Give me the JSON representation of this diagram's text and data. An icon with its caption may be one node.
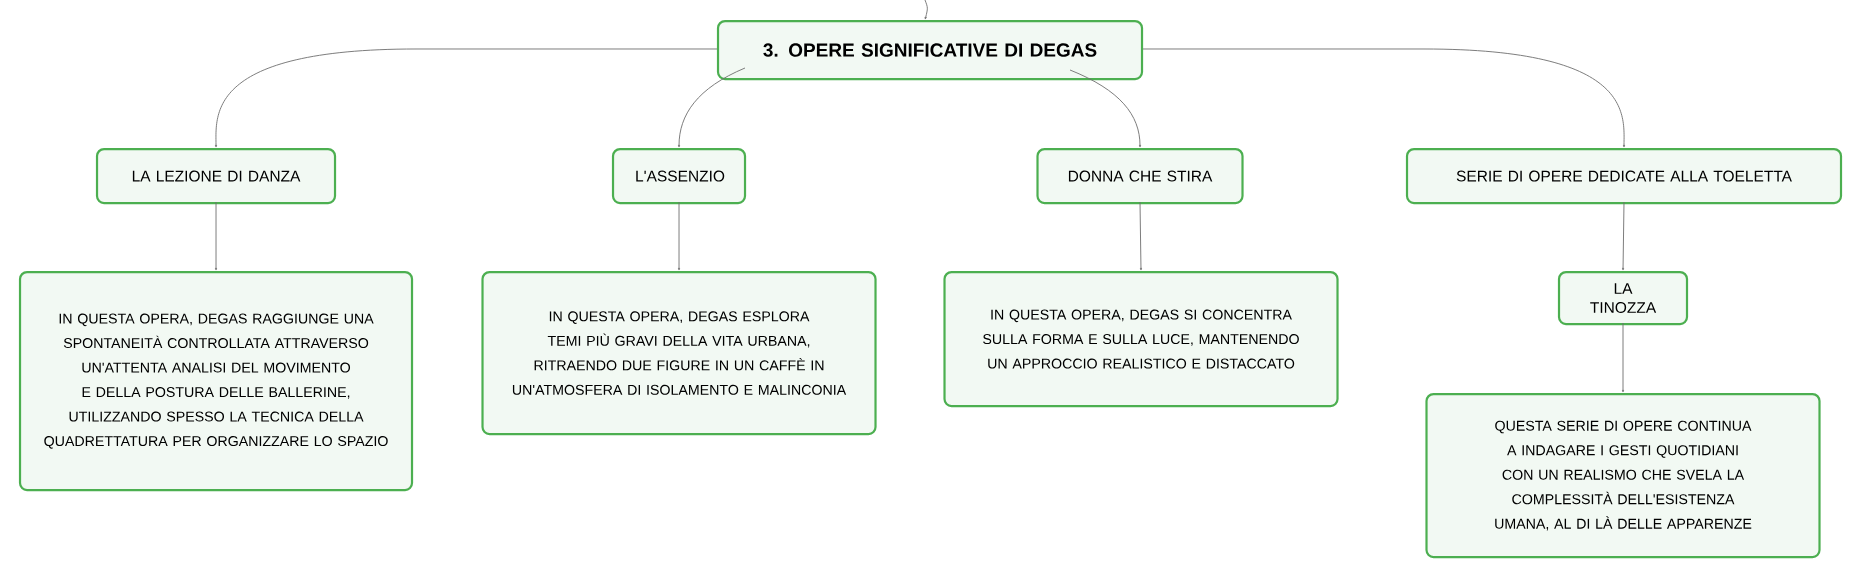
{
  "diagram": {
    "nodes": [
      {
        "text": [
          "3. OPERE SIGNIFICATIVE DI DEGAS"
        ]
      },
      {
        "text": [
          "LA LEZIONE DI DANZA"
        ]
      },
      {
        "text": [
          "L'ASSENZIO"
        ]
      },
      {
        "text": [
          "DONNA CHE STIRA"
        ]
      },
      {
        "text": [
          "SERIE DI OPERE DEDICATE ALLA TOELETTA"
        ]
      },
      {
        "text": [
          "IN QUESTA OPERA, DEGAS RAGGIUNGE UNA SPONTANEITÀ CONTROLLATA ATTRAVERSO UN'ATTENTA ANALISI DEL MOVIMENTO E DELLA POSTURA DELLE BALLERINE, UTILIZZANDO SPESSO LA TECNICA DELLA QUADRETTATURA PER ORGANIZZARE LO SPAZIO"
        ]
      },
      {
        "text": [
          "IN QUESTA OPERA, DEGAS ESPLORA TEMI PIÙ GRAVI DELLA VITA URBANA, RITRAENDO DUE FIGURE IN UN CAFFÈ IN UN'ATMOSFERA DI ISOLAMENTO E MALINCONIA"
        ]
      },
      {
        "text": [
          "IN QUESTA OPERA, DEGAS SI CONCENTRA SULLA FORMA E SULLA LUCE, MANTENENDO UN APPROCCIO REALISTICO E DISTACCATO"
        ]
      },
      {
        "text": [
          "LA TINOZZA"
        ]
      },
      {
        "text": [
          "QUESTA SERIE DI OPERE CONTINUA A INDAGARE I GESTI QUOTIDIANI CON UN REALISMO CHE SVELA LA COMPLESSITÀ DELL'ESISTENZA UMANA, AL DI LÀ DELLE APPARENZE"
        ]
      }
    ],
    "edges": [
      {
        "from": null,
        "to": 0,
        "arrow": "to"
      },
      {
        "from": 0,
        "to": 1,
        "arrow": "to"
      },
      {
        "from": 0,
        "to": 2,
        "arrow": "to"
      },
      {
        "from": 0,
        "to": 3,
        "arrow": "to"
      },
      {
        "from": 0,
        "to": 4,
        "arrow": "to"
      },
      {
        "from": 1,
        "to": 5,
        "arrow": "to"
      },
      {
        "from": 2,
        "to": 6,
        "arrow": "to"
      },
      {
        "from": 3,
        "to": 7,
        "arrow": "to"
      },
      {
        "from": 4,
        "to": 8,
        "arrow": "to"
      },
      {
        "from": 8,
        "to": 9,
        "arrow": "to"
      }
    ]
  }
}
